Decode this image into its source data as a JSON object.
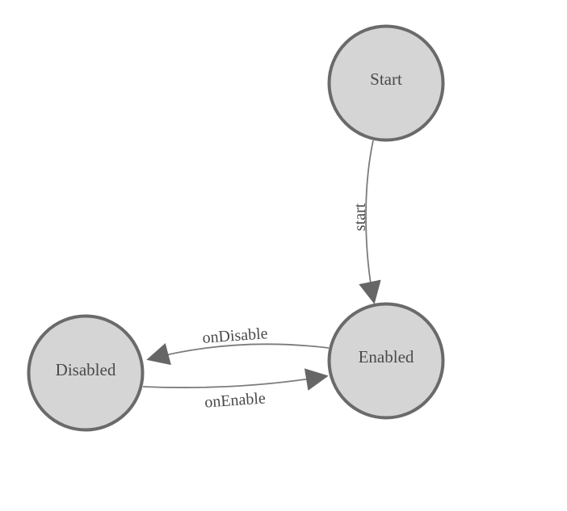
{
  "diagram": {
    "type": "state-machine",
    "nodes": [
      {
        "id": "start",
        "label": "Start"
      },
      {
        "id": "enabled",
        "label": "Enabled"
      },
      {
        "id": "disabled",
        "label": "Disabled"
      }
    ],
    "edges": [
      {
        "from": "Start",
        "to": "Enabled",
        "label": "start"
      },
      {
        "from": "Enabled",
        "to": "Disabled",
        "label": "onDisable"
      },
      {
        "from": "Disabled",
        "to": "Enabled",
        "label": "onEnable"
      }
    ]
  },
  "colors": {
    "background": "#ffffff",
    "node_fill": "#d5d5d5",
    "node_stroke": "#6a6a6a",
    "edge_stroke": "#7b7b7b",
    "arrow_fill": "#666666",
    "label_text": "#4a4a4a"
  }
}
